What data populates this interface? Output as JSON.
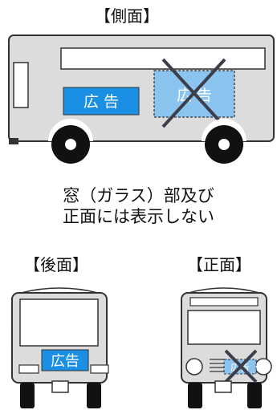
{
  "views": {
    "side": {
      "heading": "【側面】",
      "ad_label": "広 告",
      "crossed_ad_label": "広 告"
    },
    "rear": {
      "heading": "【後面】",
      "ad_label": "広告"
    },
    "front": {
      "heading": "【正面】",
      "crossed_ad_label": "広告"
    }
  },
  "note": {
    "line1": "窓（ガラス）部及び",
    "line2": "正面には表示しない"
  },
  "colors": {
    "body": "#dcdcdc",
    "outline": "#333333",
    "ad_blue": "#1a8fe3",
    "ad_light_blue": "#8cc4f0",
    "cross": "#3a3f4a",
    "wheel": "#111111"
  }
}
